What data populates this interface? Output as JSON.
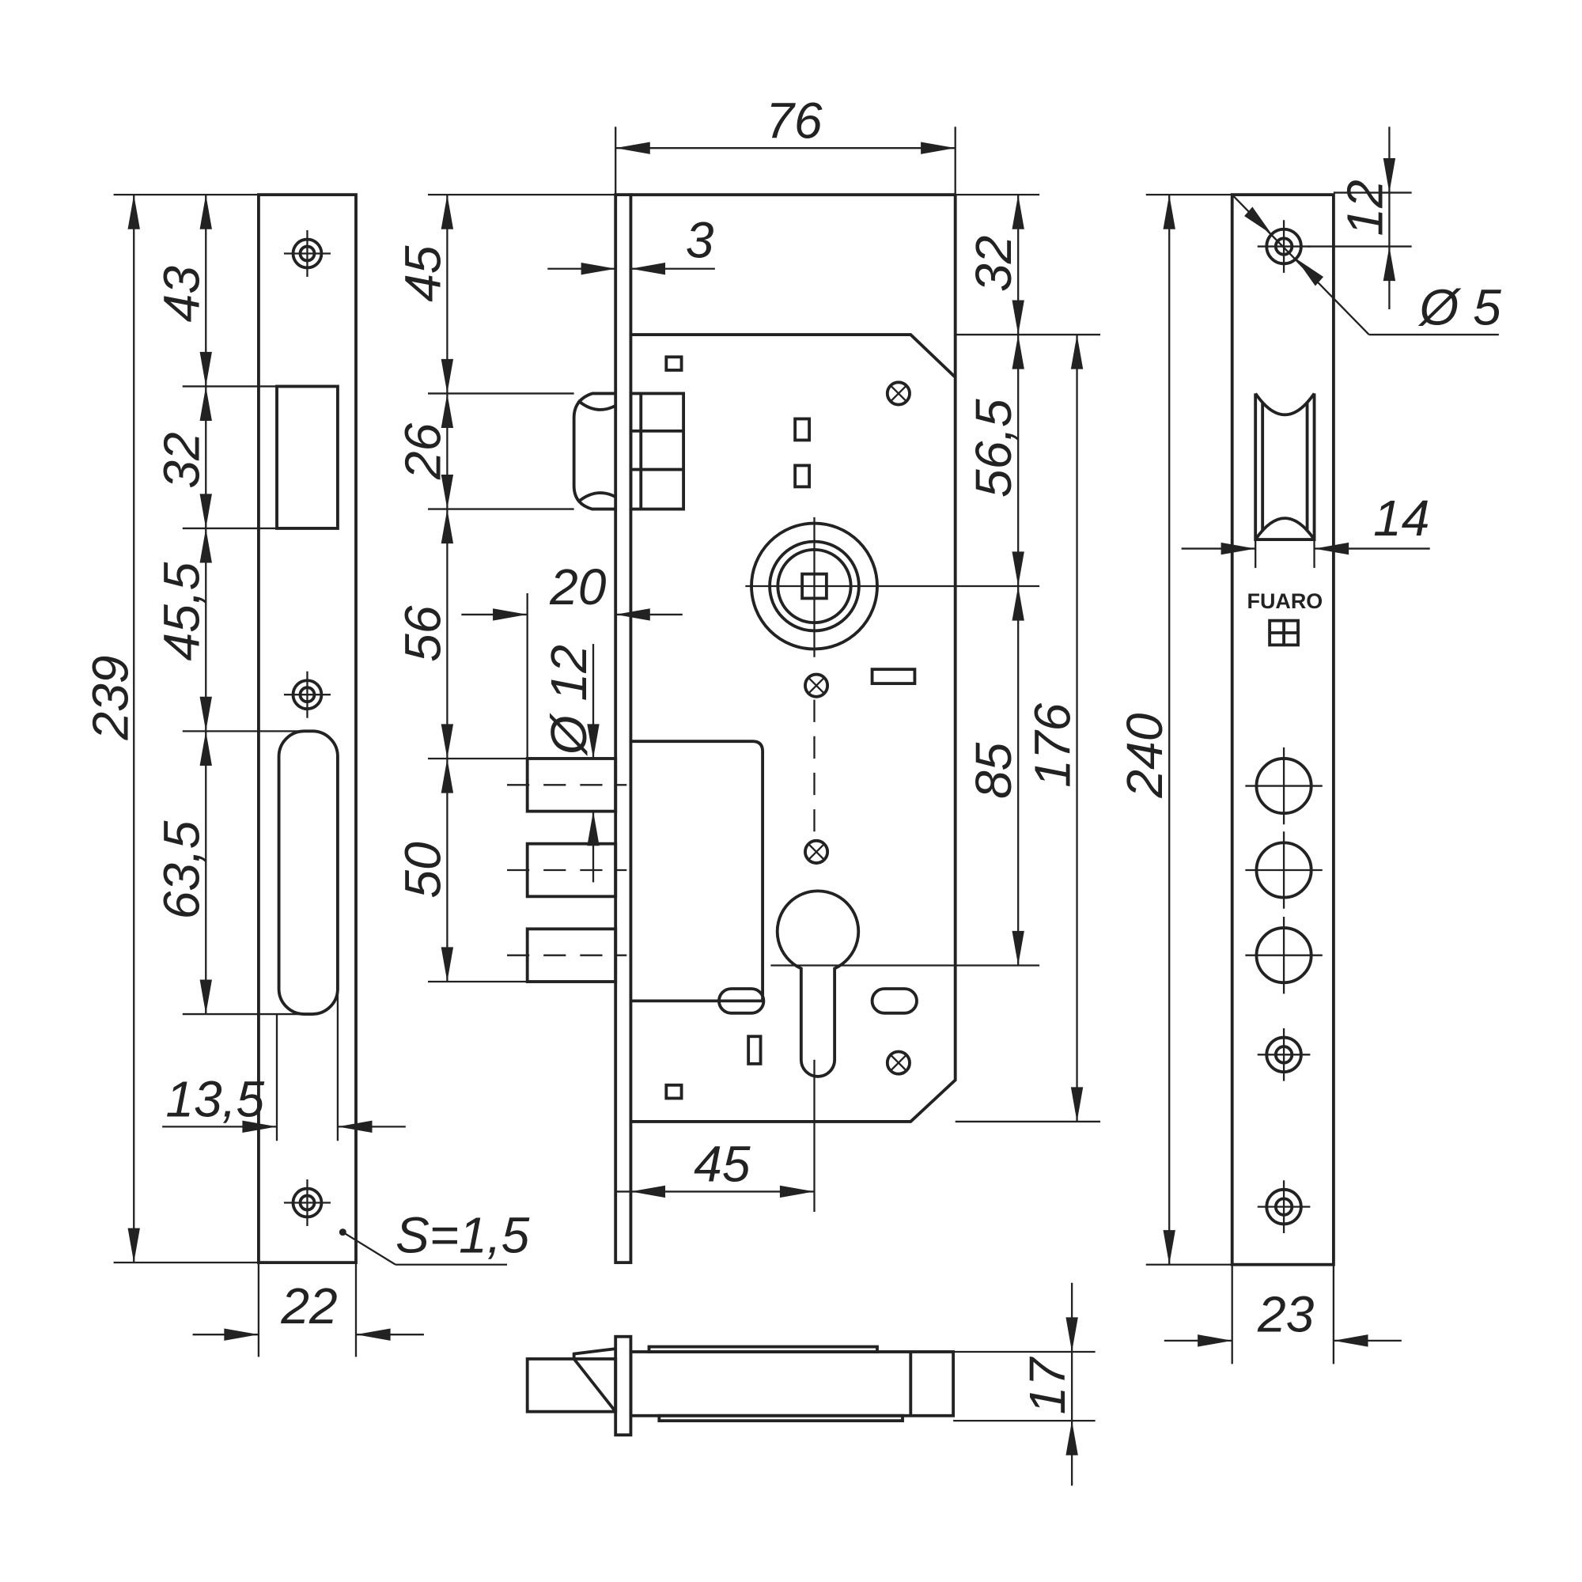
{
  "drawing": {
    "strike_plate": {
      "height": "239",
      "seg_top": "43",
      "seg_latch": "32",
      "seg_mid": "45,5",
      "seg_bolt_slot": "63,5",
      "slot_width": "13,5",
      "width": "22",
      "thickness": "S=1,5"
    },
    "lock_body": {
      "width": "76",
      "faceplate_thickness": "3",
      "top_offset": "45",
      "latch_height": "26",
      "latch_to_bolt": "56",
      "bolt_span": "50",
      "bolt_projection": "20",
      "bolt_diameter": "Ø 12",
      "top_to_case": "32",
      "case_to_spindle": "56,5",
      "spindle_to_cylinder": "85",
      "case_height": "176",
      "backset": "45"
    },
    "faceplate": {
      "height": "240",
      "screw_offset": "12",
      "hole_diameter": "Ø 5",
      "latch_window_width": "14",
      "width": "23",
      "brand": "FUARO"
    },
    "bottom_view": {
      "thickness": "17"
    }
  }
}
